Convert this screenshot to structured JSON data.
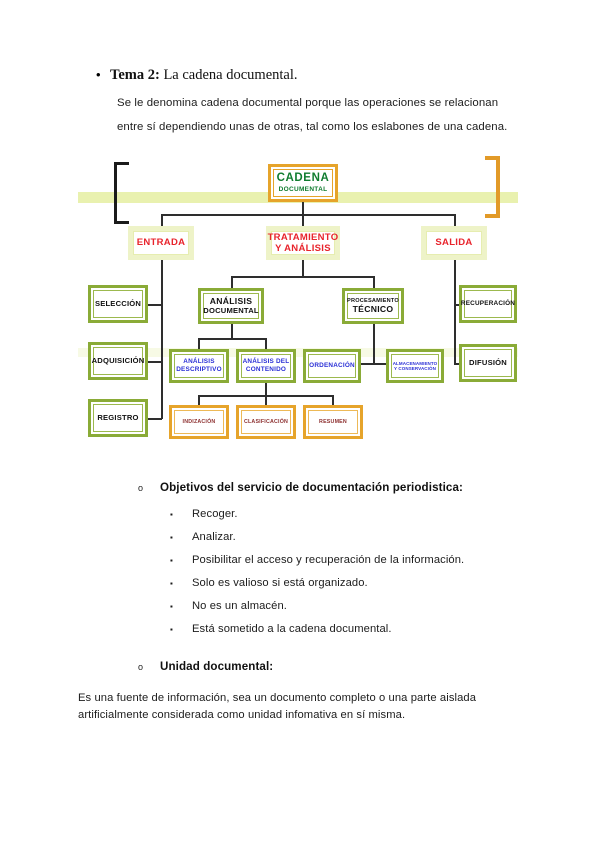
{
  "document": {
    "heading": {
      "bullet": "•",
      "strong": "Tema 2:",
      "rest": " La cadena documental."
    },
    "intro_paragraph": "Se le denomina  cadena documental  porque las operaciones se relacionan entre sí dependiendo  unas de otras, tal como  los eslabones de una cadena.",
    "objectives": {
      "marker": "o",
      "heading": "Objetivos del servicio de documentación  periodistica:",
      "item_marker": "▪",
      "items": [
        "Recoger.",
        "Analizar.",
        "Posibilitar el acceso y recuperación  de la información.",
        "Solo  es valioso si está organizado.",
        "No es un almacén.",
        "Está sometido  a la cadena documental."
      ]
    },
    "unit": {
      "marker": "o",
      "heading": "Unidad documental:",
      "paragraph": "Es una fuente de información,  sea un documento  completo o una parte aislada artificialmente considerada como unidad infomativa en sí misma."
    }
  },
  "diagram": {
    "type": "hierarchy",
    "colors": {
      "root_border": "#e6a42b",
      "root_text": "#107c2f",
      "level2_border": "#eef3c8",
      "level2_text": "#e8242c",
      "olive_border": "#8aab37",
      "black_text": "#111111",
      "blue_text": "#2a2fd6",
      "orange_border": "#e6a42b",
      "darkred_text": "#8d3030",
      "connector": "#2e2e2e",
      "band": "#e8f0ab"
    },
    "root": {
      "line1": "CADENA",
      "line2": "DOCUMENTAL"
    },
    "level2": [
      {
        "label": "ENTRADA"
      },
      {
        "line1": "TRATAMIENTO",
        "line2": "Y ANÁLISIS"
      },
      {
        "label": "SALIDA"
      }
    ],
    "entrada_children": [
      {
        "label": "SELECCIÓN"
      },
      {
        "label": "ADQUISICIÓN"
      },
      {
        "label": "REGISTRO"
      }
    ],
    "tratamiento_children": [
      {
        "line1": "ANÁLISIS",
        "line2": "DOCUMENTAL"
      },
      {
        "line1": "PROCESAMIENTO",
        "line2": "TÉCNICO"
      }
    ],
    "analisis_children": [
      {
        "line1": "ANÁLISIS",
        "line2": "DESCRIPTIVO"
      },
      {
        "line1": "ANÁLISIS DEL",
        "line2": "CONTENIDO"
      }
    ],
    "procesamiento_children": [
      {
        "label": "ORDENACIÓN"
      },
      {
        "line1": "ALMACENAMIENTO",
        "line2": "Y CONSERVACIÓN"
      }
    ],
    "contenido_children": [
      {
        "label": "INDIZACIÓN"
      },
      {
        "label": "CLASIFICACIÓN"
      },
      {
        "label": "RESUMEN"
      }
    ],
    "salida_children": [
      {
        "label": "RECUPERACIÓN"
      },
      {
        "label": "DIFUSIÓN"
      }
    ]
  }
}
